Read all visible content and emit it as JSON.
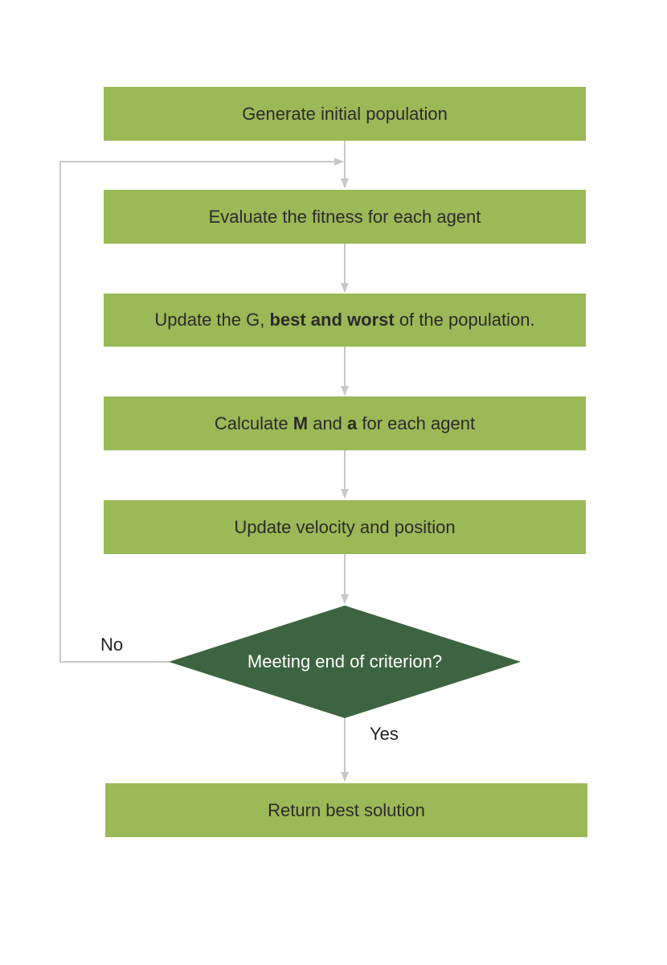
{
  "steps": {
    "generate": {
      "text": "Generate initial population"
    },
    "evaluate": {
      "text": "Evaluate the fitness for each agent"
    },
    "update_g": {
      "pre": "Update the G, ",
      "bold": "best and worst",
      "post": " of the population."
    },
    "calculate": {
      "pre": "Calculate ",
      "bold1": "M",
      "mid": " and ",
      "bold2": "a",
      "post": " for each agent"
    },
    "velocity": {
      "text": "Update velocity and position"
    },
    "decision": {
      "text": "Meeting end of criterion?"
    },
    "result": {
      "text": "Return best solution"
    }
  },
  "branches": {
    "no": "No",
    "yes": "Yes"
  },
  "colors": {
    "process_fill": "#9bb957",
    "decision_fill": "#3c6440",
    "connector": "#c8c8c8"
  }
}
